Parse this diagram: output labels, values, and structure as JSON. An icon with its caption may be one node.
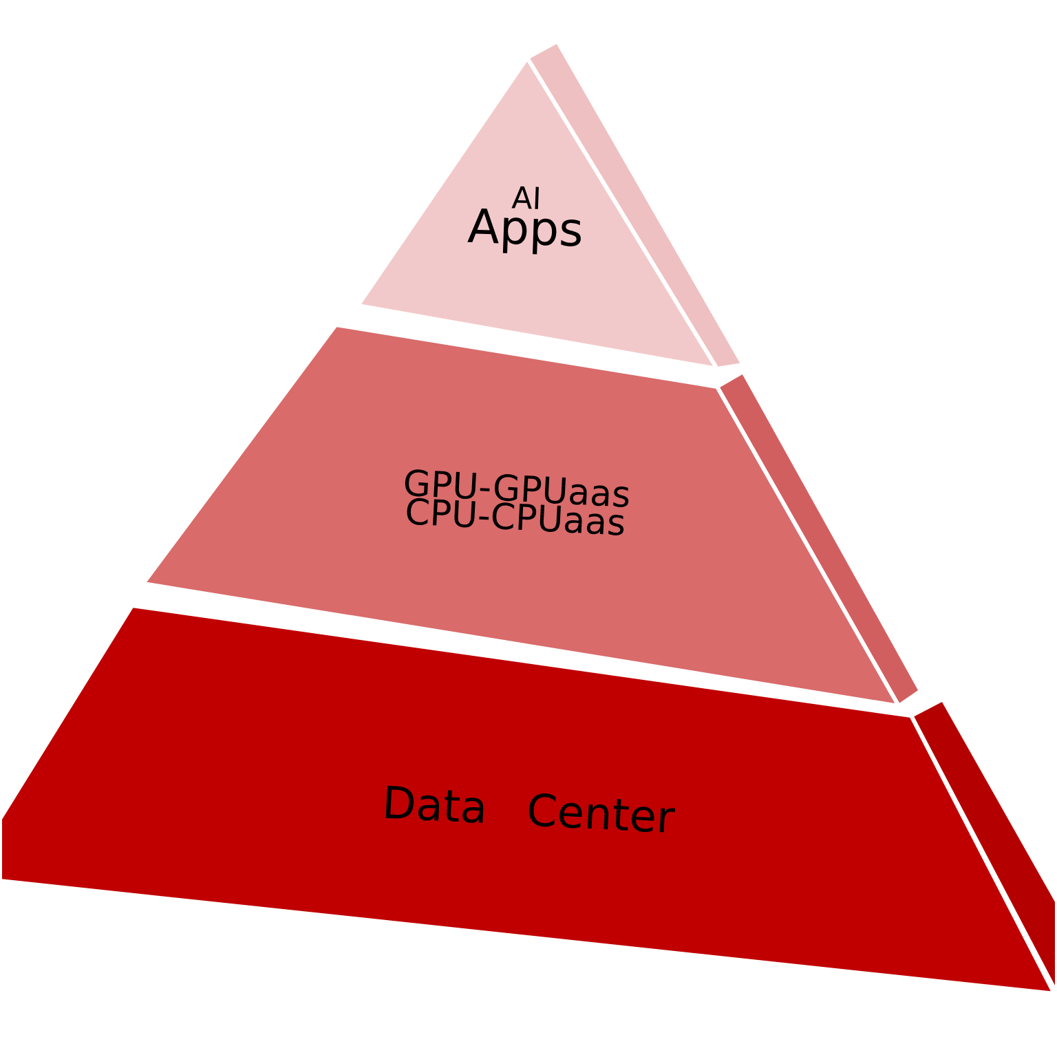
{
  "diagram": {
    "nodes": [
      {
        "text": [
          "AI",
          "Apps"
        ]
      },
      {
        "text": [
          "GPU-GPUaas CPU-CPUaas"
        ]
      },
      {
        "text": [
          "Data Center"
        ]
      }
    ]
  }
}
